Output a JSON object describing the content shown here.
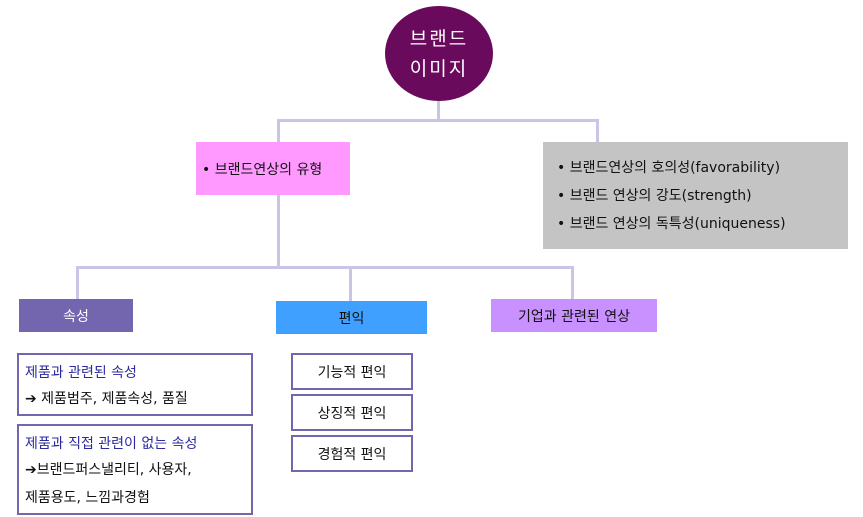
{
  "root": {
    "line1": "브랜드",
    "line2": "이미지"
  },
  "types_box": {
    "text": "• 브랜드연상의 유형"
  },
  "qualities": [
    "•  브랜드연상의 호의성(favorability)",
    "• 브랜드 연상의 강도(strength)",
    "• 브랜드 연상의 독특성(uniqueness)"
  ],
  "categories": {
    "attributes": "속성",
    "benefits": "편익",
    "corporate": "기업과 관련된 연상"
  },
  "attributes": {
    "related": {
      "title": "제품과 관련된 속성",
      "detail": "➔ 제품범주, 제품속성, 품질"
    },
    "unrelated": {
      "title": "제품과 직접 관련이 없는 속성",
      "detail1": "➔브랜드퍼스낼리티, 사용자,",
      "detail2": "제품용도, 느낌과경험"
    }
  },
  "benefits": [
    "기능적 편익",
    "상징적 편익",
    "경험적 편익"
  ]
}
